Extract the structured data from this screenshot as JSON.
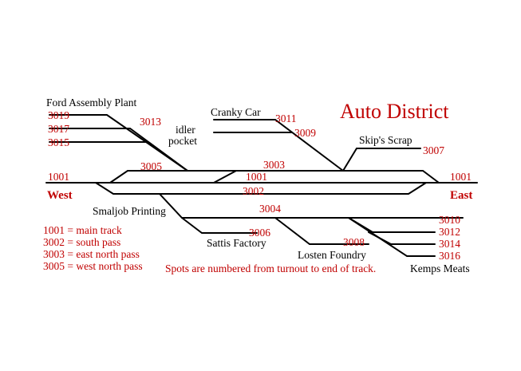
{
  "title": "Auto District",
  "directions": {
    "west": "West",
    "east": "East"
  },
  "colors": {
    "accent": "#c00000",
    "track": "#000000",
    "background": "#ffffff"
  },
  "industries": {
    "ford": "Ford Assembly Plant",
    "cranky": "Cranky Car",
    "skips": "Skip's Scrap",
    "smaljob": "Smaljob Printing",
    "sattis": "Sattis Factory",
    "losten": "Losten Foundry",
    "kemps": "Kemps Meats",
    "idler_line1": "idler",
    "idler_line2": "pocket"
  },
  "tracks": {
    "t3019": "3019",
    "t3017": "3017",
    "t3015": "3015",
    "t3013": "3013",
    "t3011": "3011",
    "t3009": "3009",
    "t3007": "3007",
    "t3005": "3005",
    "t3003": "3003",
    "main_left": "1001",
    "main_center": "1001",
    "main_right": "1001",
    "t3002": "3002",
    "t3004": "3004",
    "t3006": "3006",
    "t3008": "3008",
    "t3010": "3010",
    "t3012": "3012",
    "t3014": "3014",
    "t3016": "3016"
  },
  "legend": [
    "1001 = main track",
    "3002 = south pass",
    "3003 = east north pass",
    "3005 = west north pass"
  ],
  "note": "Spots are numbered from turnout to end of track."
}
